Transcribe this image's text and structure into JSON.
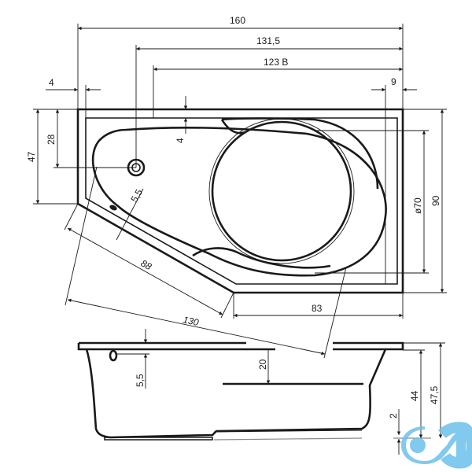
{
  "drawing": {
    "subject": "Corner bathtub technical drawing",
    "top_view": {
      "dimensions": {
        "overall_length": "160",
        "length_to_drain": "131,5",
        "length_b": "123  B",
        "left_rim_offset": "4",
        "right_rim_offset": "9",
        "left_height_total": "47",
        "drain_offset": "28",
        "inner_rim_offset": "4",
        "drain_diameter": "5,5",
        "circle_diameter": "ø70",
        "overall_width": "90",
        "angled_side": "88",
        "diagonal": "130",
        "bottom_straight": "83"
      }
    },
    "side_view": {
      "dimensions": {
        "overflow_offset": "5,5",
        "seat_depth": "20",
        "inner_height": "44",
        "overall_height": "47,5",
        "foot_height": "2"
      }
    }
  },
  "watermark": {
    "label": "cd",
    "color": "#6cc0ea"
  }
}
